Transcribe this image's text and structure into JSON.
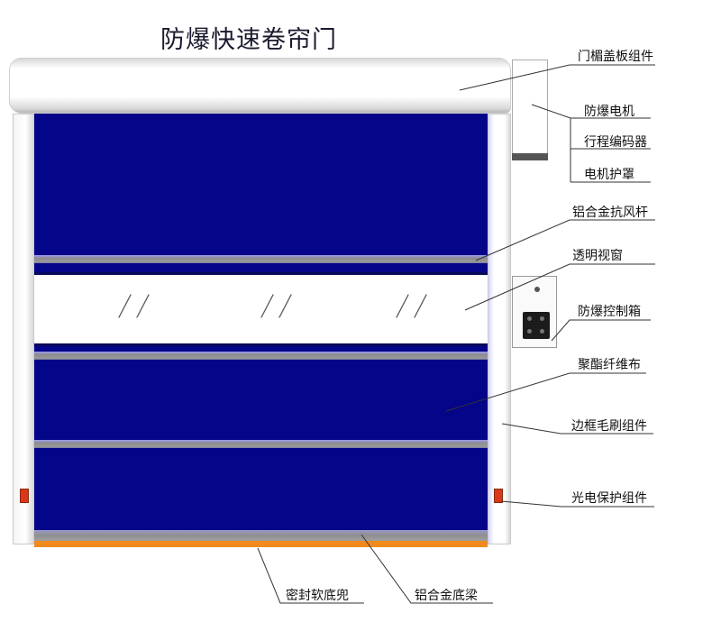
{
  "title": "防爆快速卷帘门",
  "components": {
    "lintel_cover": "门楣盖板组件",
    "motor": "防爆电机",
    "encoder": "行程编码器",
    "motor_cover": "电机护罩",
    "wind_bar": "铝合金抗风杆",
    "window": "透明视窗",
    "control_box": "防爆控制箱",
    "fabric": "聚酯纤维布",
    "frame_brush": "边框毛刷组件",
    "photo_sensor": "光电保护组件",
    "bottom_seal": "密封软底兜",
    "bottom_beam": "铝合金底梁"
  },
  "window_marks": [
    "//",
    "//",
    "//"
  ],
  "colors": {
    "curtain": "#05058a",
    "seal": "#f08a1e",
    "sensor": "#d9391a",
    "frame": "#ffffff"
  }
}
